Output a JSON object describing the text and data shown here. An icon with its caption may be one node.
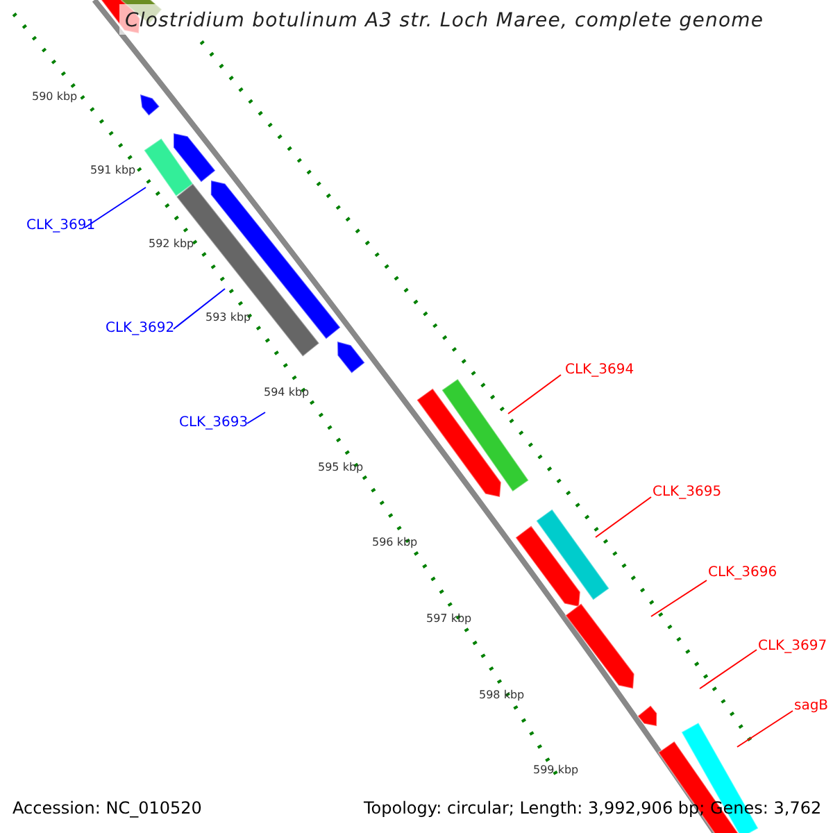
{
  "diagram": {
    "title": "Clostridium botulinum A3 str. Loch Maree, complete genome",
    "nodes": [
      {
        "text": [
          "CLK_3691"
        ]
      },
      {
        "text": [
          "CLK_3692"
        ]
      },
      {
        "text": [
          "CLK_3693"
        ]
      },
      {
        "text": [
          "CLK_3694"
        ]
      },
      {
        "text": [
          "CLK_3695"
        ]
      },
      {
        "text": [
          "CLK_3696"
        ]
      },
      {
        "text": [
          "CLK_3697"
        ]
      },
      {
        "text": [
          "sagB"
        ]
      },
      {
        "text": [],
        "shape": "arrow"
      },
      {
        "text": [],
        "shape": "bar"
      },
      {
        "text": [],
        "shape": "arrow"
      },
      {
        "text": [],
        "shape": "arrow"
      },
      {
        "text": [],
        "shape": "bar"
      },
      {
        "text": [],
        "shape": "bar"
      },
      {
        "text": [],
        "shape": "arrow"
      },
      {
        "text": [],
        "shape": "arrow"
      },
      {
        "text": [],
        "shape": "bar"
      },
      {
        "text": [],
        "shape": "arrow"
      },
      {
        "text": [],
        "shape": "bar"
      },
      {
        "text": [],
        "shape": "arrow"
      },
      {
        "text": [],
        "shape": "arrow"
      },
      {
        "text": [],
        "shape": "arrow"
      },
      {
        "text": [],
        "shape": "bar"
      },
      {
        "text": [],
        "shape": "bar"
      }
    ],
    "edges": [
      {
        "from": 0,
        "to": 12,
        "arrow": "none",
        "color": "#0000ff"
      },
      {
        "from": 1,
        "to": 13,
        "arrow": "none",
        "color": "#0000ff"
      },
      {
        "from": 2,
        "to": null,
        "arrow": "none",
        "color": "#0000ff"
      },
      {
        "from": 3,
        "to": 16,
        "arrow": "none"
      },
      {
        "from": 4,
        "to": 18,
        "arrow": "none"
      },
      {
        "from": 5,
        "to": null,
        "arrow": "none"
      },
      {
        "from": 6,
        "to": null,
        "arrow": "none"
      },
      {
        "from": 7,
        "to": 22,
        "arrow": "none"
      }
    ],
    "labels": [
      "590 kbp",
      "591 kbp",
      "592 kbp",
      "593 kbp",
      "594 kbp",
      "595 kbp",
      "596 kbp",
      "597 kbp",
      "598 kbp",
      "599 kbp",
      "Accession: NC_010520",
      "Topology: circular; Length: 3,992,906 bp; Genes: 3,762"
    ]
  }
}
